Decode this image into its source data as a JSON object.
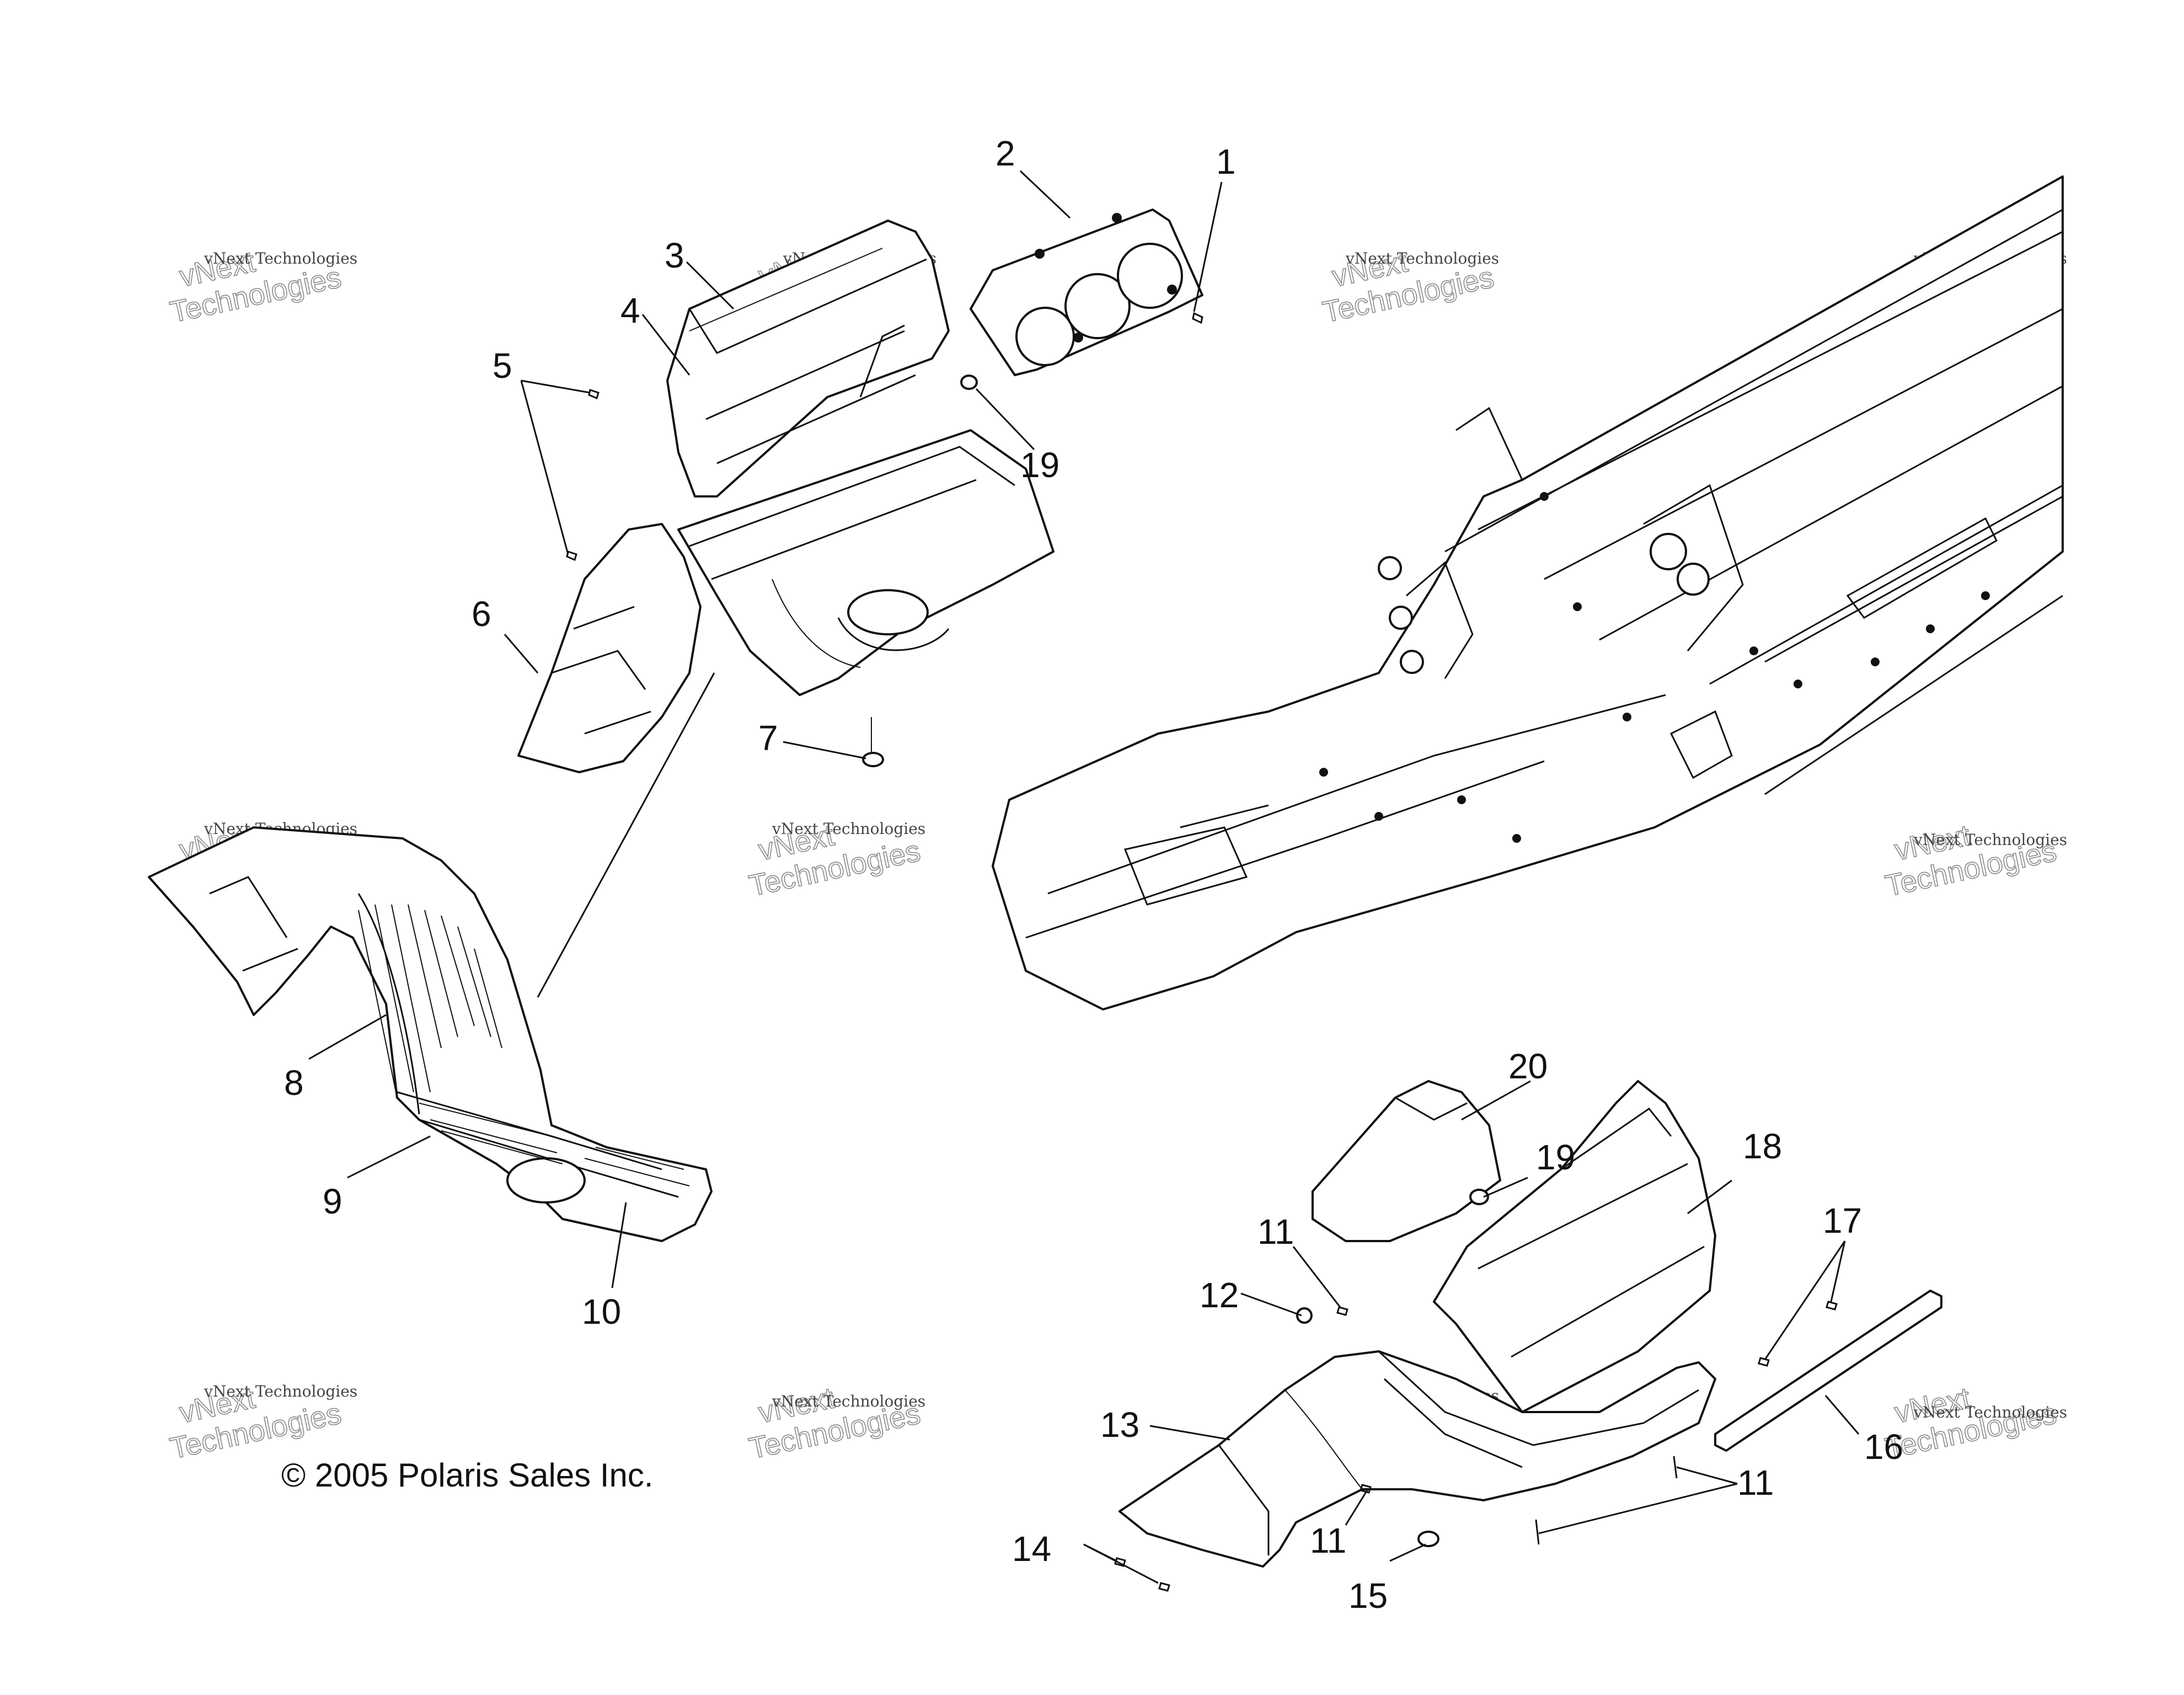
{
  "copyright": "© 2005 Polaris Sales Inc.",
  "watermark": {
    "line1": "vNext Technologies",
    "line2": "vNext",
    "line3": "Technologies"
  },
  "callouts": {
    "c1": "1",
    "c2": "2",
    "c3": "3",
    "c4": "4",
    "c5": "5",
    "c6": "6",
    "c7": "7",
    "c8": "8",
    "c9": "9",
    "c10": "10",
    "c11a": "11",
    "c11b": "11",
    "c11c": "11",
    "c12": "12",
    "c13": "13",
    "c14": "14",
    "c15": "15",
    "c16": "16",
    "c17": "17",
    "c18": "18",
    "c19a": "19",
    "c19b": "19",
    "c20": "20"
  }
}
